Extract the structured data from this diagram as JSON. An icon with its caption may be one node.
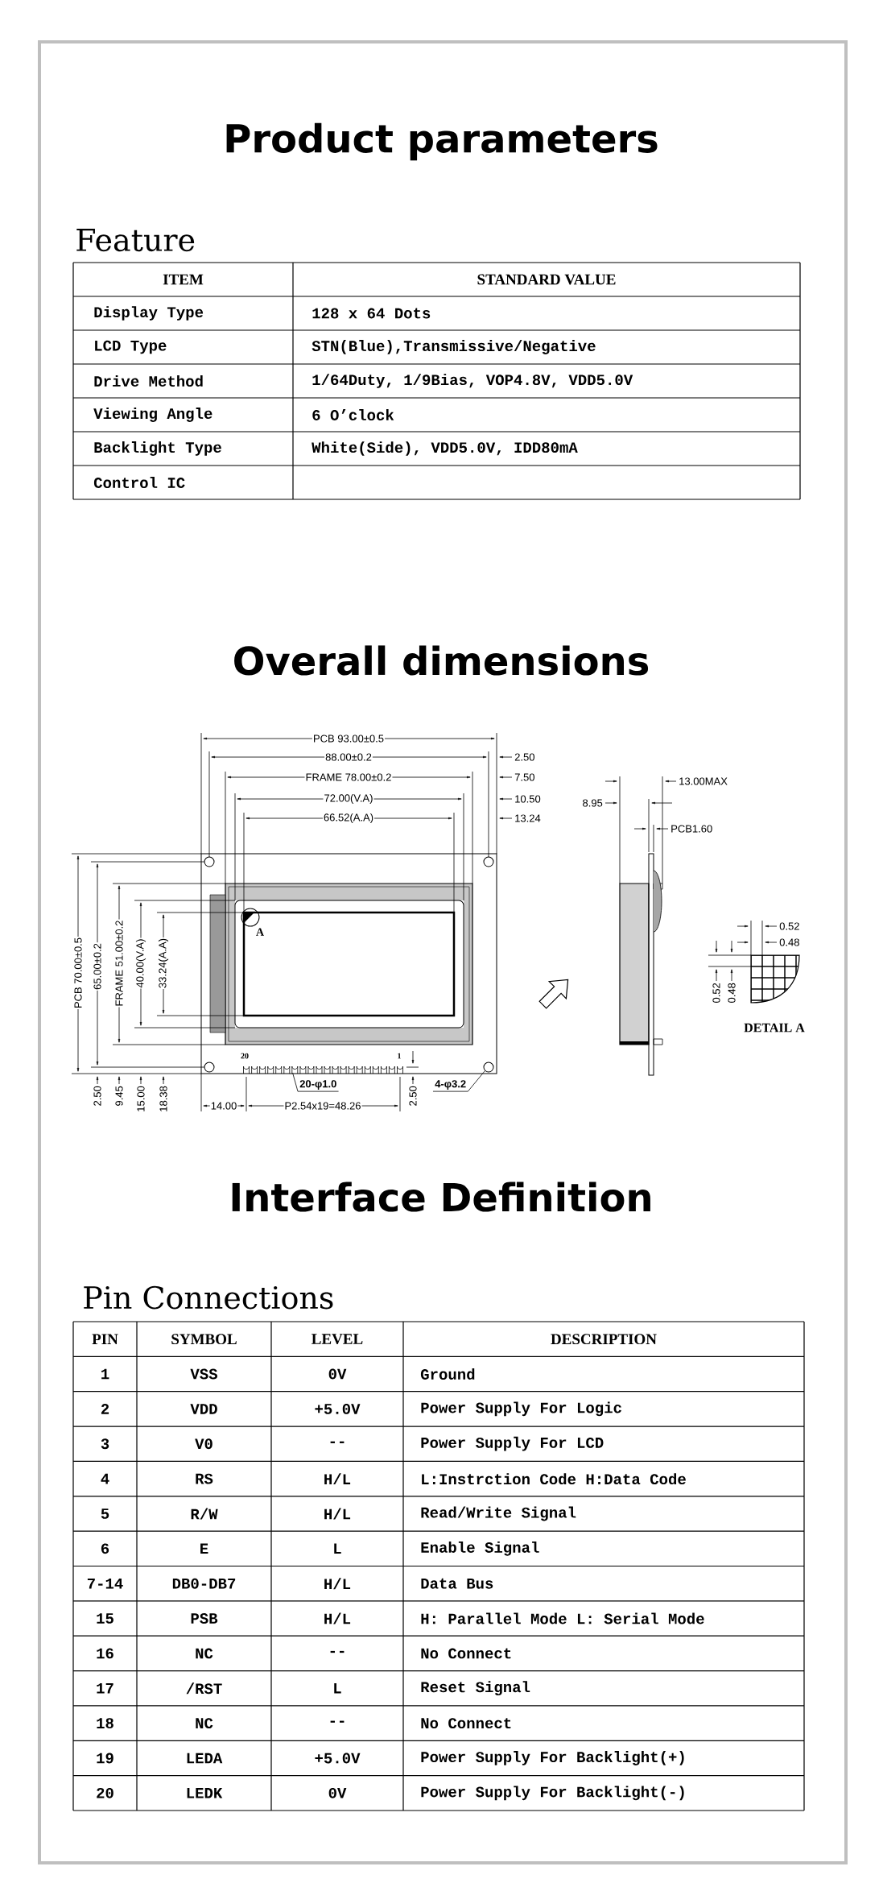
{
  "diagram": {
    "title": "Product parameters",
    "nodes": [
      {
        "text": [
          "20-φ1.0"
        ]
      },
      {
        "text": [
          "4-φ3.2"
        ]
      },
      {
        "text": [],
        "shape": "bar",
        "beside": [
          "20",
          "1"
        ]
      },
      {
        "text": [],
        "shape": "circle"
      }
    ],
    "edges": [
      {
        "from": 0,
        "to": 2,
        "arrow": "none"
      },
      {
        "from": 1,
        "to": 3,
        "arrow": "none"
      }
    ],
    "labels": [
      "Feature",
      "ITEM",
      "STANDARD VALUE",
      "Display Type",
      "128 x 64 Dots",
      "LCD Type",
      "STN(Blue),Transmissive/Negative",
      "Drive Method",
      "1/64Duty, 1/9Bias, VOP4.8V, VDD5.0V",
      "Viewing Angle",
      "6 O’clock",
      "Backlight Type",
      "White(Side), VDD5.0V, IDD80mA",
      "Control IC",
      "Overall dimensions",
      "PCB 93.00±0.5",
      "88.00±0.2",
      "FRAME 78.00±0.2",
      "72.00(V.A)",
      "66.52(A.A)",
      "2.50",
      "7.50",
      "10.50",
      "13.24",
      "13.00MAX",
      "8.95",
      "PCB1.60",
      "A",
      "PCB 70.00±0.5",
      "65.00±0.2",
      "FRAME 51.00±0.2",
      "40.00(V.A)",
      "33.24(A.A)",
      "0.52",
      "0.48",
      "0.52",
      "0.48",
      "DETAIL A",
      "2.50",
      "9.45",
      "15.00",
      "18.38",
      "14.00",
      "P2.54x19=48.26",
      "2.50",
      "Interface Definition",
      "Pin Connections",
      "PIN",
      "SYMBOL",
      "LEVEL",
      "DESCRIPTION",
      "1",
      "VSS",
      "0V",
      "Ground",
      "2",
      "VDD",
      "+5.0V",
      "Power Supply For Logic",
      "3",
      "V0",
      "--",
      "Power Supply For LCD",
      "4",
      "RS",
      "H/L",
      "L:Instrction Code  H:Data Code",
      "5",
      "R/W",
      "H/L",
      "Read/Write Signal",
      "6",
      "E",
      "L",
      "Enable Signal",
      "7-14",
      "DB0-DB7",
      "H/L",
      "Data Bus",
      "15",
      "PSB",
      "H/L",
      "H: Parallel Mode  L: Serial Mode",
      "16",
      "NC",
      "--",
      "No Connect",
      "17",
      "/RST",
      "L",
      "Reset Signal",
      "18",
      "NC",
      "--",
      "No Connect",
      "19",
      "LEDA",
      "+5.0V",
      "Power Supply For Backlight(+)",
      "20",
      "LEDK",
      "0V",
      "Power Supply For Backlight(-)"
    ]
  }
}
